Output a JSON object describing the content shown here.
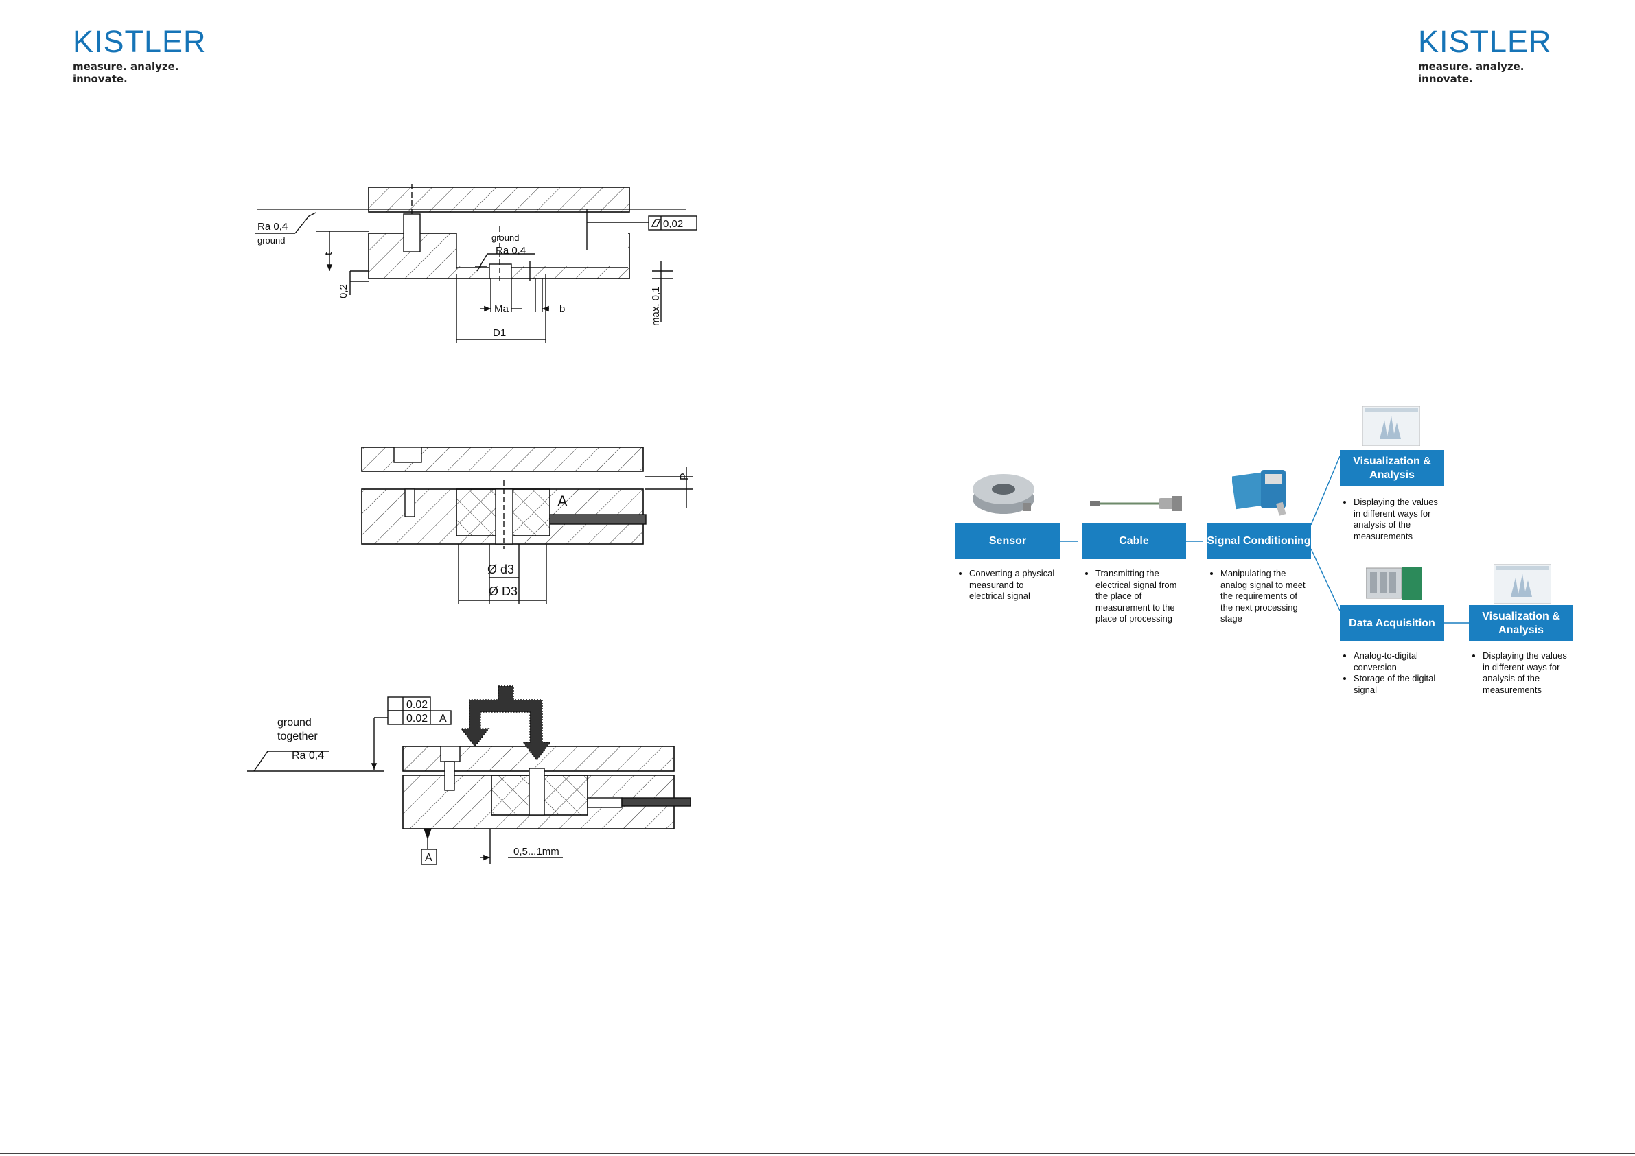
{
  "logo": {
    "word": "KISTLER",
    "tagline": "measure. analyze. innovate."
  },
  "drawing1": {
    "ra_label": "Ra 0,4",
    "ground_label": "ground",
    "flatness_value": "0,02",
    "inner_ground_label": "ground",
    "inner_ra_label": "Ra 0,4",
    "dim_t": "t",
    "dim_02": "0,2",
    "dim_max01": "max. 0,1",
    "dim_ma": "Ma",
    "dim_b": "b",
    "dim_d1": "D1"
  },
  "drawing2": {
    "dim_p": "P",
    "datum_a": "A",
    "dim_d3_small": "Ø d3",
    "dim_d3_large": "Ø D3"
  },
  "drawing3": {
    "flatness_value": "0.02",
    "parallel_value": "0.02",
    "parallel_datum": "A",
    "ground_label": "ground",
    "together_label": "together",
    "ra_label": "Ra 0,4",
    "datum_a": "A",
    "gap_label": "0,5...1mm"
  },
  "chain": {
    "sensor": {
      "label": "Sensor",
      "desc": [
        "Converting a physical measurand to electrical signal"
      ]
    },
    "cable": {
      "label": "Cable",
      "desc": [
        "Transmitting the electrical signal from the place of measurement to the place of processing"
      ]
    },
    "signal": {
      "label": "Signal Conditioning",
      "desc": [
        "Manipulating the analog signal to meet the requirements of the next processing stage"
      ]
    },
    "vis_top": {
      "label": "Visualization & Analysis",
      "desc": [
        "Displaying the values in different ways for analysis of the measurements"
      ]
    },
    "daq": {
      "label": "Data Acquisition",
      "desc": [
        "Analog-to-digital conversion",
        "Storage of the digital signal"
      ]
    },
    "vis_bottom": {
      "label": "Visualization & Analysis",
      "desc": [
        "Displaying the values in different ways for analysis of the measurements"
      ]
    }
  },
  "colors": {
    "accent": "#1a7fc1",
    "logo": "#1674b7"
  }
}
